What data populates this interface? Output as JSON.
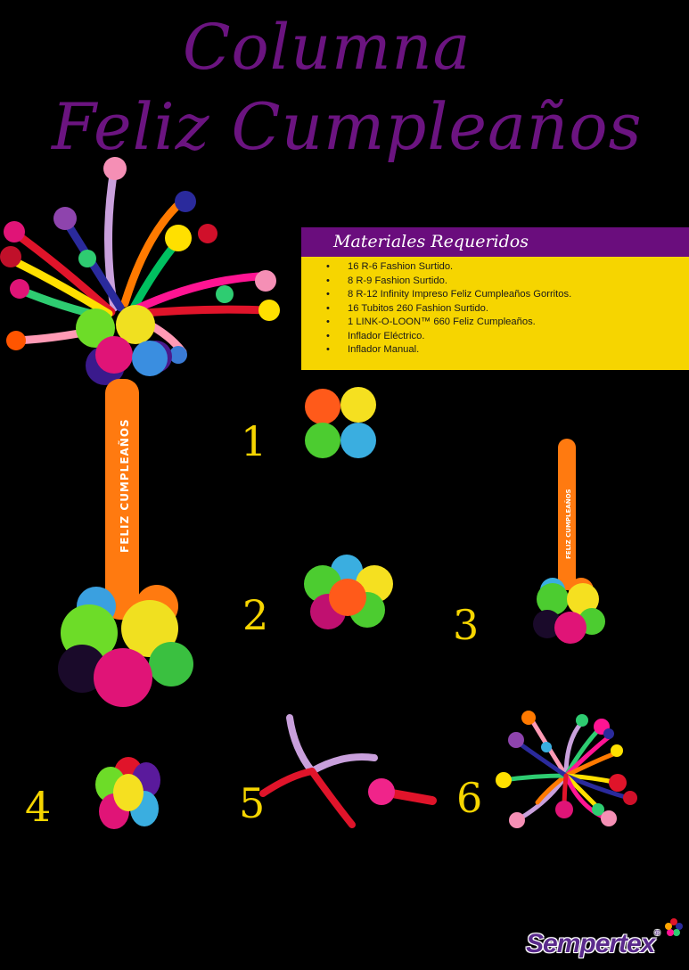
{
  "title": {
    "line1": "Columna",
    "line2": "Feliz Cumpleaños"
  },
  "materials": {
    "heading": "Materiales Requeridos",
    "items": [
      "16 R-6 Fashion Surtido.",
      "8 R-9 Fashion Surtido.",
      "8 R-12 Infinity Impreso Feliz Cumpleaños Gorritos.",
      "16 Tubitos 260 Fashion Surtido.",
      "1 LINK-O-LOON™ 660 Feliz Cumpleaños.",
      "Inflador Eléctrico.",
      "Inflador Manual."
    ]
  },
  "steps": [
    {
      "number": "1"
    },
    {
      "number": "2"
    },
    {
      "number": "3"
    },
    {
      "number": "4"
    },
    {
      "number": "5"
    },
    {
      "number": "6"
    }
  ],
  "column_print_text": "FELIZ CUMPLEAÑOS",
  "brand": {
    "name": "Sempertex",
    "registered": "®"
  },
  "colors": {
    "title_purple": "#6b1480",
    "header_purple": "#6a0d7d",
    "panel_yellow": "#f6d500",
    "step_number_yellow": "#f6d500",
    "background": "#000000",
    "brand_purple": "#5a2a8c"
  }
}
